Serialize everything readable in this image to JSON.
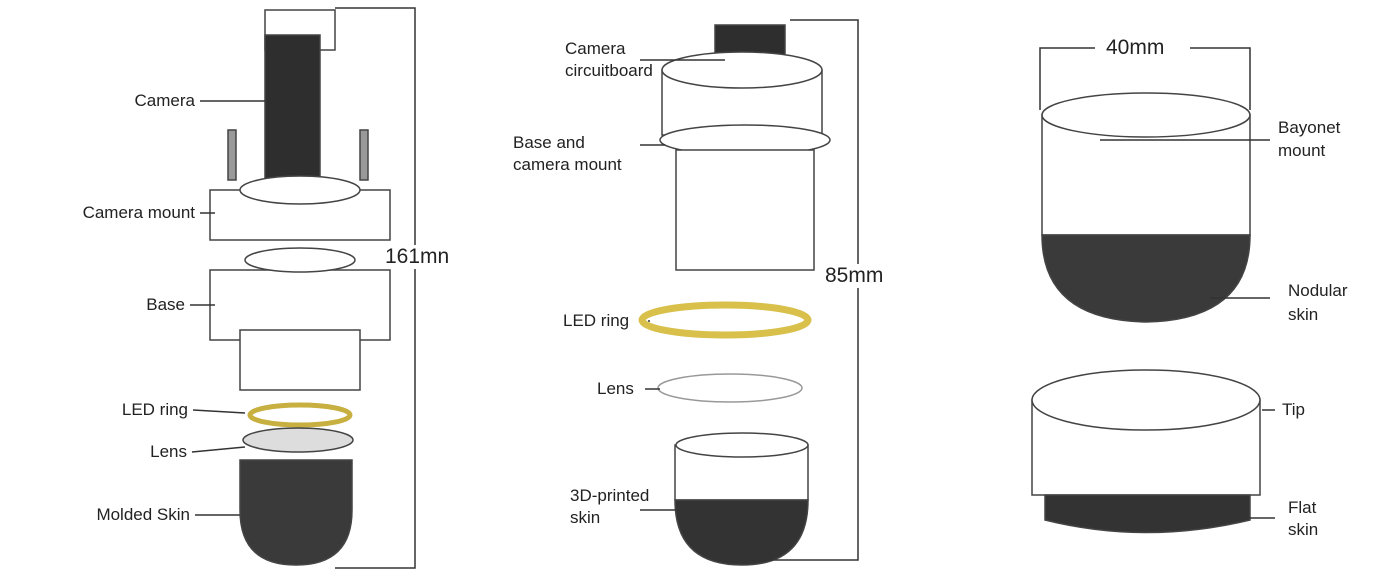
{
  "left": {
    "labels": {
      "camera": "Camera",
      "camera_mount": "Camera mount",
      "base": "Base",
      "led_ring": "LED ring",
      "lens": "Lens",
      "molded_skin": "Molded Skin"
    },
    "dimension": "161mn"
  },
  "middle": {
    "labels": {
      "circuitboard_1": "Camera",
      "circuitboard_2": "circuitboard",
      "base_1": "Base and",
      "base_2": "camera mount",
      "led_ring": "LED ring",
      "lens": "Lens",
      "skin_1": "3D-printed",
      "skin_2": "skin"
    },
    "dimension": "85mm"
  },
  "right": {
    "dimension": "40mm",
    "labels": {
      "bayonet_1": "Bayonet",
      "bayonet_2": "mount",
      "nodular_1": "Nodular",
      "nodular_2": "skin",
      "tip": "Tip",
      "flat_1": "Flat",
      "flat_2": "skin"
    }
  },
  "colors": {
    "dark": "#3a3a3a",
    "led": "#d8c04a",
    "line": "#333333"
  }
}
